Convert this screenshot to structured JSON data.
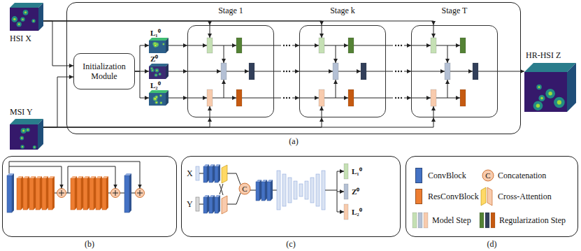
{
  "diagram": {
    "nodes": [
      {
        "text": [
          "(a)"
        ]
      },
      {
        "text": [
          "HSI X"
        ]
      },
      {
        "text": [
          "MSI Y"
        ]
      },
      {
        "text": [
          "Initialization Module"
        ],
        "in": 0
      },
      {
        "text": [
          "L₁⁰"
        ],
        "in": 0
      },
      {
        "text": [
          "Z⁰"
        ],
        "in": 0
      },
      {
        "text": [
          "L₂⁰"
        ],
        "in": 0
      },
      {
        "text": [
          "Stage 1"
        ],
        "in": 0
      },
      {
        "text": [
          "Stage k"
        ],
        "in": 0
      },
      {
        "text": [
          "Stage T"
        ],
        "in": 0
      },
      {
        "text": [
          "HR-HSI Z"
        ]
      },
      {
        "text": [
          "(b)"
        ]
      },
      {
        "text": [
          "(c)"
        ]
      },
      {
        "text": [
          "(d)"
        ]
      }
    ],
    "edges": [
      {
        "from": 1,
        "to": 3,
        "arrow": "to"
      },
      {
        "from": 2,
        "to": 3,
        "arrow": "to"
      },
      {
        "from": 3,
        "to": 4,
        "arrow": "to"
      },
      {
        "from": 3,
        "to": 5,
        "arrow": "to"
      },
      {
        "from": 3,
        "to": 6,
        "arrow": "to"
      },
      {
        "from": 4,
        "to": 7,
        "arrow": "to"
      },
      {
        "from": 5,
        "to": 7,
        "arrow": "to"
      },
      {
        "from": 6,
        "to": 7,
        "arrow": "to"
      },
      {
        "from": 7,
        "to": 8,
        "arrow": "to"
      },
      {
        "from": 8,
        "to": 9,
        "arrow": "to"
      },
      {
        "from": 9,
        "to": 10,
        "arrow": "to"
      },
      {
        "from": 1,
        "to": 7,
        "arrow": "to"
      },
      {
        "from": 1,
        "to": 8,
        "arrow": "to"
      },
      {
        "from": 1,
        "to": 9,
        "arrow": "to"
      },
      {
        "from": 2,
        "to": 7,
        "arrow": "to"
      },
      {
        "from": 2,
        "to": 8,
        "arrow": "to"
      },
      {
        "from": 2,
        "to": 9,
        "arrow": "to"
      }
    ],
    "labels": [
      "X",
      "Y",
      "C",
      "L₁⁰",
      "Z⁰",
      "L₂⁰",
      "C"
    ],
    "legend": [
      {
        "text": "ConvBlock",
        "color": "#4472c4"
      },
      {
        "text": "ResConvBlock",
        "color": "#ed7d31"
      },
      {
        "text": "Concatenation"
      },
      {
        "text": "Cross-Attention"
      },
      {
        "text": "Model Step"
      },
      {
        "text": "Regularization Step"
      }
    ]
  }
}
